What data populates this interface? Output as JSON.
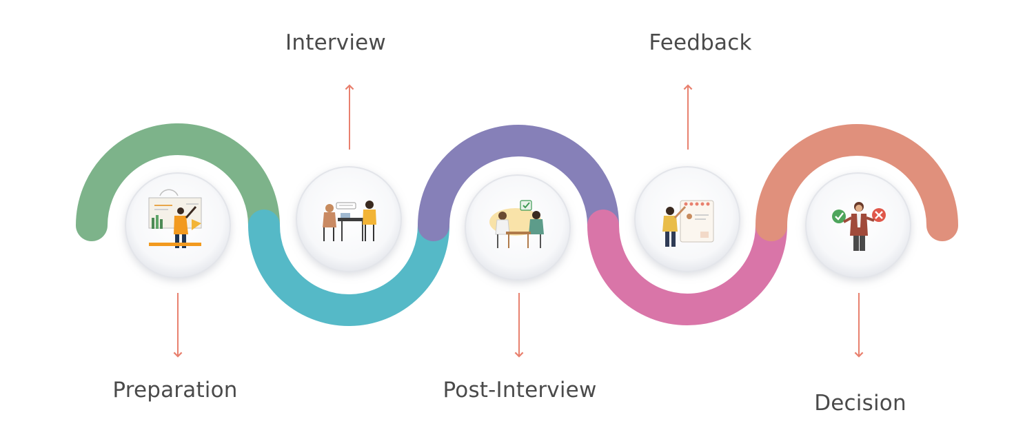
{
  "stages": [
    {
      "id": "preparation",
      "label": "Preparation",
      "color": "#7db38a",
      "illustration": "planning-board-illustration"
    },
    {
      "id": "interview",
      "label": "Interview",
      "color": "#55b9c7",
      "illustration": "interview-meeting-illustration"
    },
    {
      "id": "post-interview",
      "label": "Post-Interview",
      "color": "#8680b8",
      "illustration": "discussion-table-illustration"
    },
    {
      "id": "feedback",
      "label": "Feedback",
      "color": "#d975a8",
      "illustration": "rating-stars-illustration"
    },
    {
      "id": "decision",
      "label": "Decision",
      "color": "#e0907c",
      "illustration": "accept-reject-illustration"
    }
  ],
  "colors": {
    "arrow": "#e8806e",
    "text": "#4a4a4a",
    "node_fill": "#f3f4f7",
    "node_ring": "#e3e5ea"
  }
}
